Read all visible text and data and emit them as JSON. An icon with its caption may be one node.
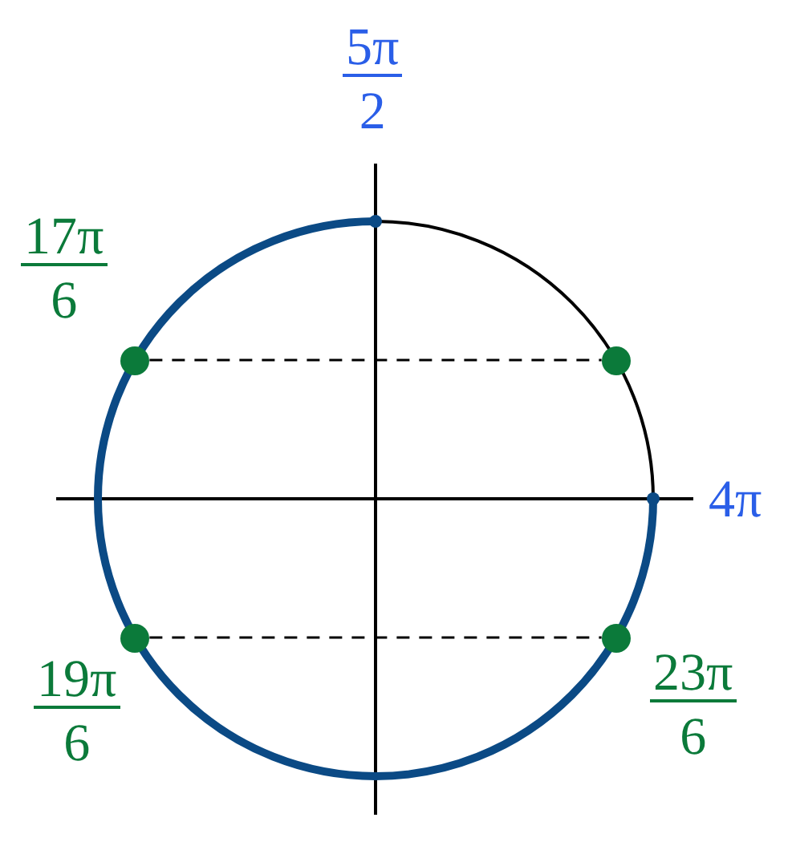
{
  "diagram": {
    "nodes": [
      {
        "text": [],
        "shape": "circle",
        "beside": [
          "5π",
          "2"
        ]
      },
      {
        "text": [],
        "shape": "circle",
        "beside": [
          "4π"
        ]
      },
      {
        "text": [],
        "shape": "circle",
        "beside": [
          "17π",
          "6"
        ]
      },
      {
        "text": [],
        "shape": "circle"
      },
      {
        "text": [],
        "shape": "circle",
        "beside": [
          "19π",
          "6"
        ]
      },
      {
        "text": [],
        "shape": "circle",
        "beside": [
          "23π",
          "6"
        ]
      }
    ],
    "edges": [
      {
        "from": 2,
        "to": 3,
        "arrow": "none",
        "style": "dashed"
      },
      {
        "from": 4,
        "to": 5,
        "arrow": "none",
        "style": "dashed"
      }
    ]
  }
}
